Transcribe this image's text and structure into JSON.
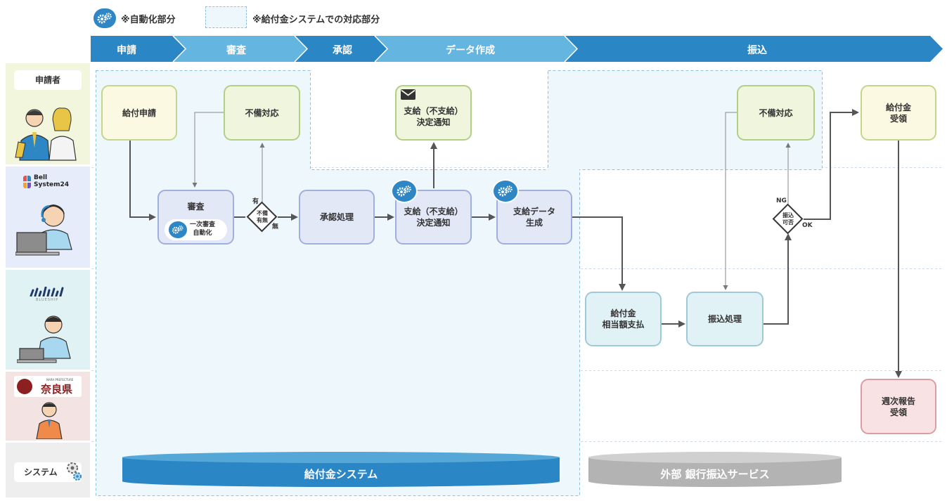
{
  "legend": {
    "auto_label": "※自動化部分",
    "system_label": "※給付金システムでの対応部分"
  },
  "phases": [
    "申請",
    "審査",
    "承認",
    "データ作成",
    "振込"
  ],
  "lanes": {
    "applicant": "申請者",
    "bell_logo_line1": "Bell",
    "bell_logo_line2": "System24",
    "blueship_logo": "BLUESHIP",
    "nara_logo_small": "NARA PREFECTURE",
    "nara_logo": "奈良県",
    "system": "システム"
  },
  "nodes": {
    "kyufu_shinsei": "給付申請",
    "fubi_taiou_1": "不備対応",
    "shikyu_tsuchi_top": "支給（不支給）\n決定通知",
    "fubi_taiou_2": "不備対応",
    "kyufukin_juryo": "給付金\n受領",
    "shinsa": "審査",
    "ichiji_shinsa": "一次審査\n自動化",
    "shonin_shori": "承認処理",
    "shikyu_tsuchi_mid": "支給（不支給）\n決定通知",
    "shikyu_data": "支給データ\n生成",
    "kyufukin_shiharai": "給付金\n相当額支払",
    "furikomi_shori": "振込処理",
    "shuji_hokoku": "週次報告\n受領"
  },
  "decisions": {
    "fubi_umu": "不備\n有無",
    "fubi_yes": "有",
    "fubi_no": "無",
    "furikomi_kahi": "振込\n可否",
    "furikomi_ng": "NG",
    "furikomi_ok": "OK"
  },
  "systems": {
    "kyufukin_system": "給付金システム",
    "bank_service": "外部 銀行振込サービス"
  },
  "colors": {
    "phase_dark": "#2a86c5",
    "phase_light": "#64b5e0",
    "system_blue": "#2a86c5",
    "bank_gray": "#b3b3b3",
    "gear_blue": "#2f86c4"
  }
}
